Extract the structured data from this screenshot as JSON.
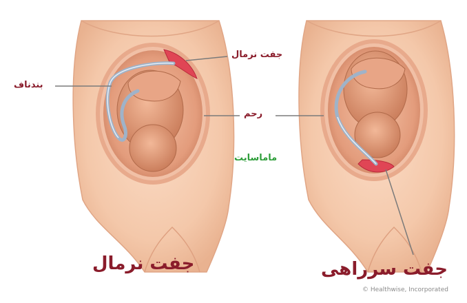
{
  "labels": {
    "umbilical_cord": "بندناف",
    "normal_placenta": "جفت نرمال",
    "uterus": "رحم",
    "watermark": "ماماسایت"
  },
  "captions": {
    "left": "جفت نرمال",
    "right": "جفت سرراهی"
  },
  "credit": "© Healthwise, Incorporated",
  "colors": {
    "label_red": "#8a1c2b",
    "watermark_green": "#2e9e3a",
    "skin": "#f6cdb0",
    "womb": "#e8a486",
    "placenta": "#e04555"
  }
}
